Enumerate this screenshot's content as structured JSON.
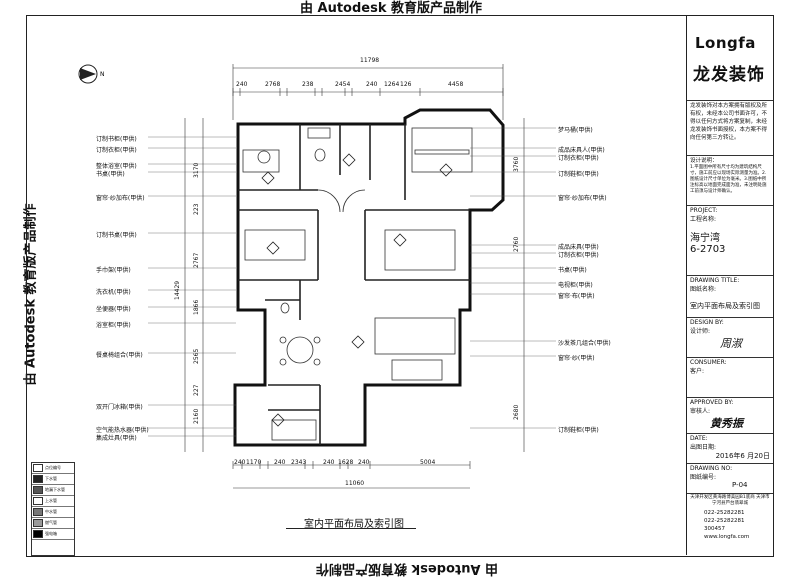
{
  "watermark": "由 Autodesk 教育版产品制作",
  "plan": {
    "caption": "室内平面布局及索引图",
    "top_total": "11798",
    "top_dims": [
      "240",
      "2768",
      "238",
      "2454",
      "240",
      "1264",
      "126",
      "4458"
    ],
    "bottom_total": "11060",
    "bottom_dims": [
      "240",
      "1170",
      "240",
      "2343",
      "240",
      "1628",
      "240",
      "5004"
    ],
    "left_total": "14429",
    "left_dims": [
      "3170",
      "223",
      "2767",
      "1866",
      "2565",
      "227",
      "2160"
    ],
    "right_dims": [
      "3760",
      "2760",
      "2680"
    ],
    "left_labels": [
      "订制书柜(甲供)",
      "订制衣柜(甲供)",
      "整体浴室(甲供)",
      "书桌(甲供)",
      "窗帘·纱加布(甲供)",
      "订制书桌(甲供)",
      "手巾架(甲供)",
      "洗衣机(甲供)",
      "坐便器(甲供)",
      "浴室柜(甲供)",
      "餐桌椅组合(甲供)",
      "双开门冰箱(甲供)",
      "空气能热水器(甲供)",
      "集成灶具(甲供)"
    ],
    "right_labels": [
      "梦马桶(甲供)",
      "成品床具人(甲供)",
      "订制衣柜(甲供)",
      "订制鞋柜(甲供)",
      "窗帘·纱加布(甲供)",
      "成品床具(甲供)",
      "订制衣柜(甲供)",
      "书桌(甲供)",
      "电视柜(甲供)",
      "窗帘·布(甲供)",
      "沙发茶几组合(甲供)",
      "窗帘·纱(甲供)",
      "订制鞋柜(甲供)"
    ]
  },
  "legend": [
    "点位编号",
    "下水管",
    "地漏下水管",
    "上水管",
    "中水管",
    "燃气管",
    "强电箱"
  ],
  "title_block": {
    "logo_en": "Longfa",
    "logo_cn": "龙发装饰",
    "copyright": "龙发装饰对本方案拥有版权及所有权，未经本公司书面许可，不得以任何方式将方案复制，未经龙发装饰书面授权，本方案不得向任何第三方转让。",
    "design_notes_label": "设计说明：",
    "design_notes": "1.平面图中所有尺寸均为建筑结构尺寸，施工前应以现场实际测量为准。2.图纸设计尺寸单位为毫米。3.图纸中所注标高以地面完成面为准，未注明处施工前须与设计师确认。",
    "project_label": "PROJECT:",
    "project_label_cn": "工程名称:",
    "project_name": "海宁湾",
    "project_unit": "6-2703",
    "drawing_title_label": "DRAWING TITLE:",
    "drawing_title_label_cn": "图纸名称:",
    "drawing_title": "室内平面布局及索引图",
    "design_by_label": "DESIGN BY:",
    "design_by_label_cn": "设计师:",
    "design_by": "周淑",
    "consumer_label": "CONSUMER:",
    "consumer_label_cn": "客户:",
    "approved_label": "APPROVED BY:",
    "approved_label_cn": "审核人:",
    "approved_by": "黄秀振",
    "date_label": "DATE:",
    "date_label_cn": "出图日期:",
    "date": "2016年6 月20日",
    "drawing_no_label": "DRAWING NO:",
    "drawing_no_label_cn": "图纸编号:",
    "drawing_no": "P-04",
    "address": "天津开发区黄海路博美园B1底商  天津市宁河县芦台翡翠城",
    "tel1": "022-25282281",
    "tel2": "022-25282281",
    "qq": "300457",
    "website": "www.longfa.com"
  }
}
